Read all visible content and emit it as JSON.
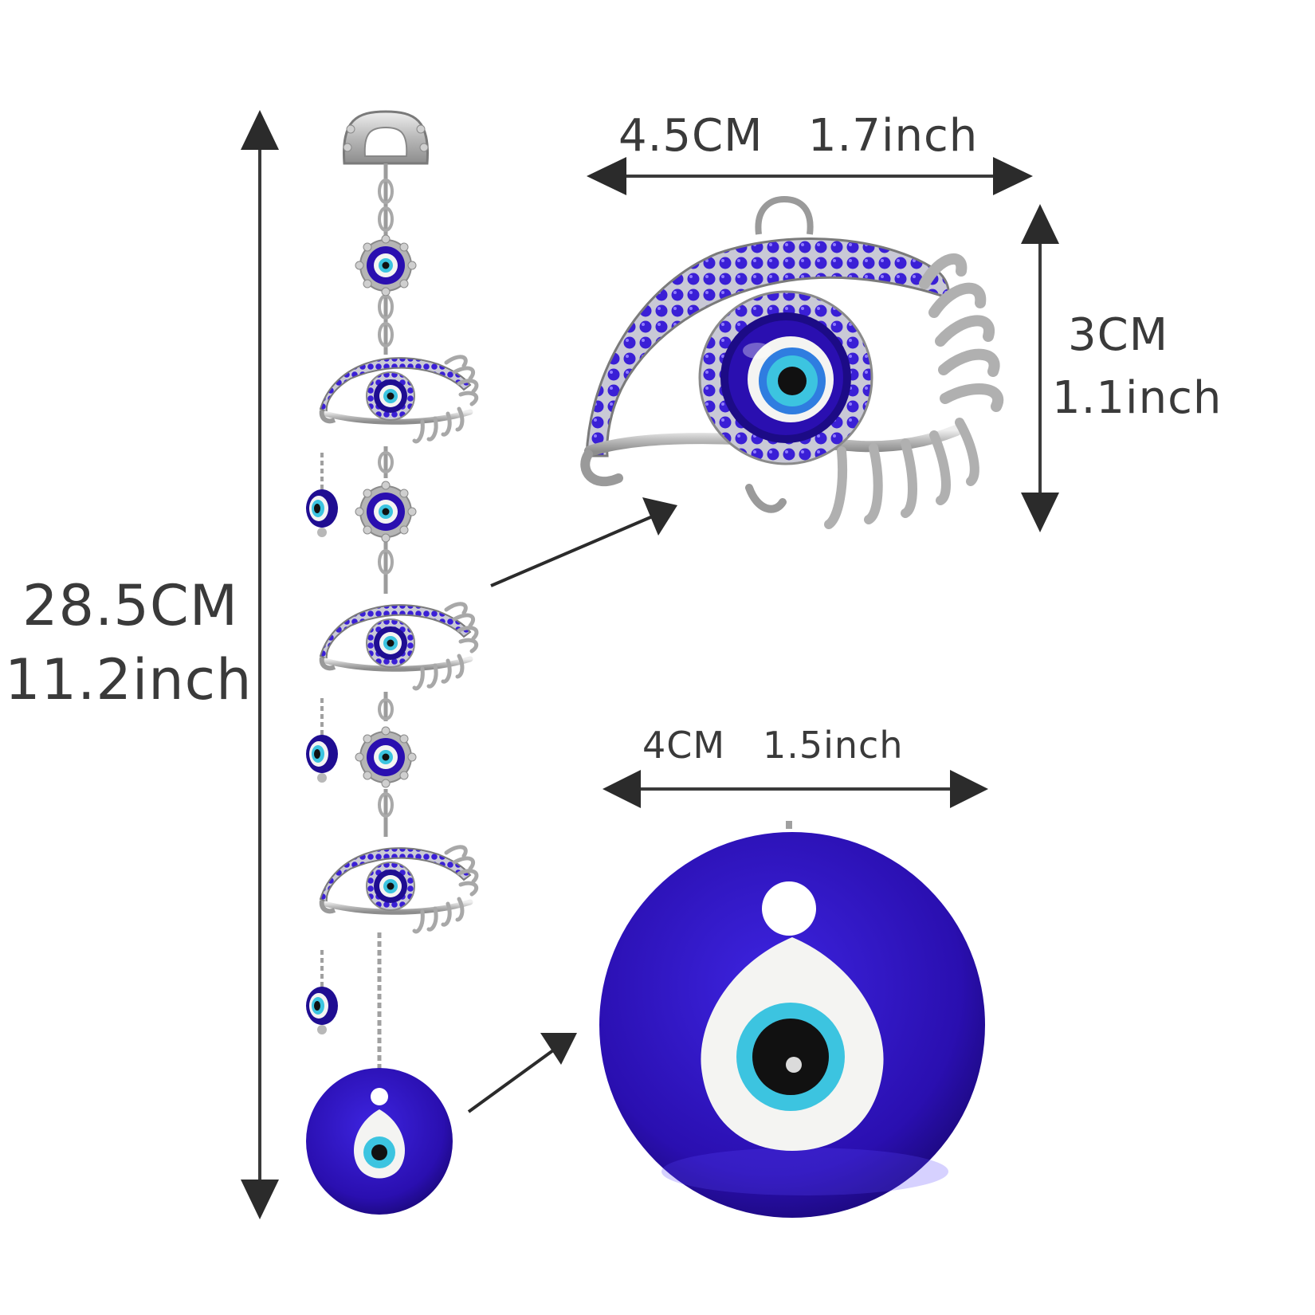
{
  "labels": {
    "total_cm": "28.5CM",
    "total_inch": "11.2inch",
    "eye_width": "4.5CM   1.7inch",
    "eye_height_cm": "3CM",
    "eye_height_inch": "1.1inch",
    "disc_width": "4CM   1.5inch"
  },
  "colors": {
    "background": "#ffffff",
    "arrow": "#2b2b2b",
    "text": "#3a3a3a",
    "glass_blue": "#2a0fb0",
    "crystal_blue": "#3a1fd6",
    "silver": "#c8c8c8",
    "eye_white": "#f4f4f2",
    "eye_cyan": "#3cc4e0",
    "pupil": "#111111"
  }
}
